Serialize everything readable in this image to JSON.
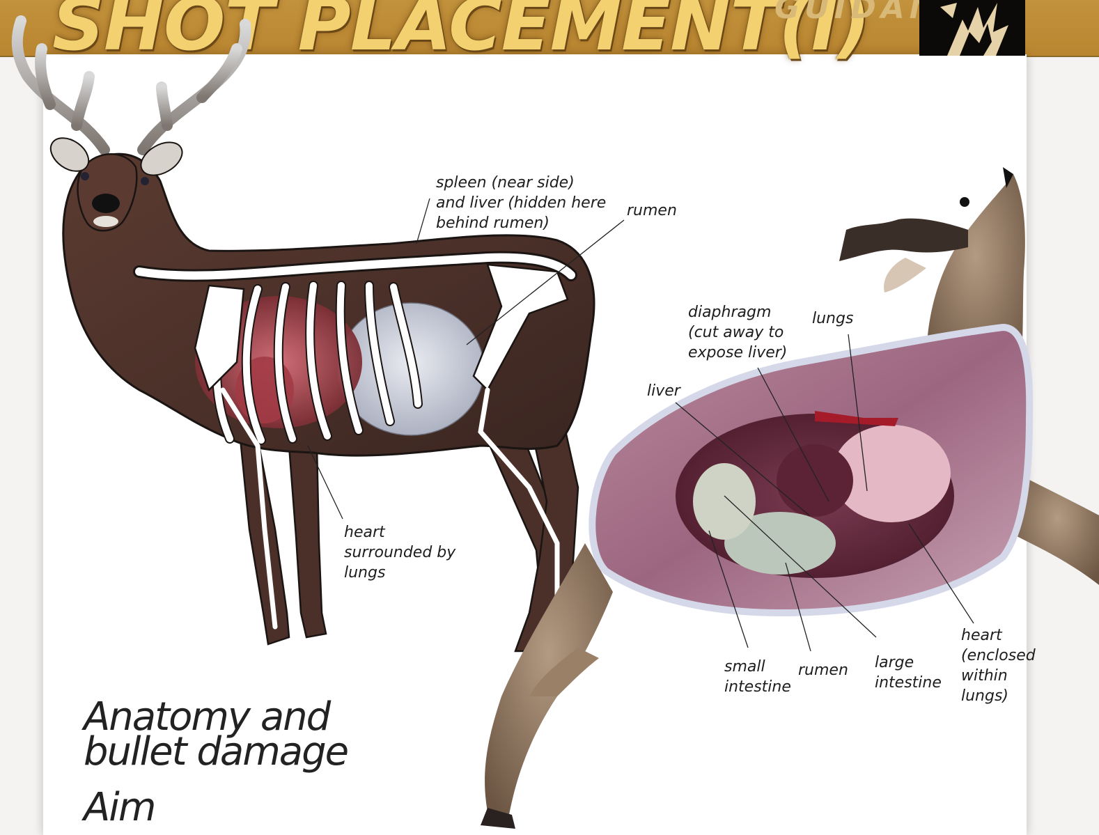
{
  "header": {
    "title": "SHOT PLACEMENT(I)",
    "section_tag": "GUIDANCE",
    "colors": {
      "band": "#b98530",
      "title": "#f3d070"
    }
  },
  "logo": {
    "icon": "stag-logo-icon"
  },
  "illustration": {
    "icon": "deer-anatomy-illustration",
    "labels": {
      "spleen_liver": "spleen (near side)\nand liver (hidden here\nbehind rumen)",
      "rumen": "rumen",
      "heart": "heart\nsurrounded by\nlungs"
    }
  },
  "photo": {
    "icon": "dissected-deer-photo",
    "labels": {
      "diaphragm": "diaphragm\n(cut away to\nexpose liver)",
      "lungs": "lungs",
      "liver": "liver",
      "small_intestine": "small\nintestine",
      "rumen": "rumen",
      "large_intestine": "large\nintestine",
      "heart": "heart\n(enclosed\nwithin\nlungs)"
    }
  },
  "captions": {
    "line1": "Anatomy and",
    "line2": "bullet damage",
    "line3": "Aim"
  }
}
